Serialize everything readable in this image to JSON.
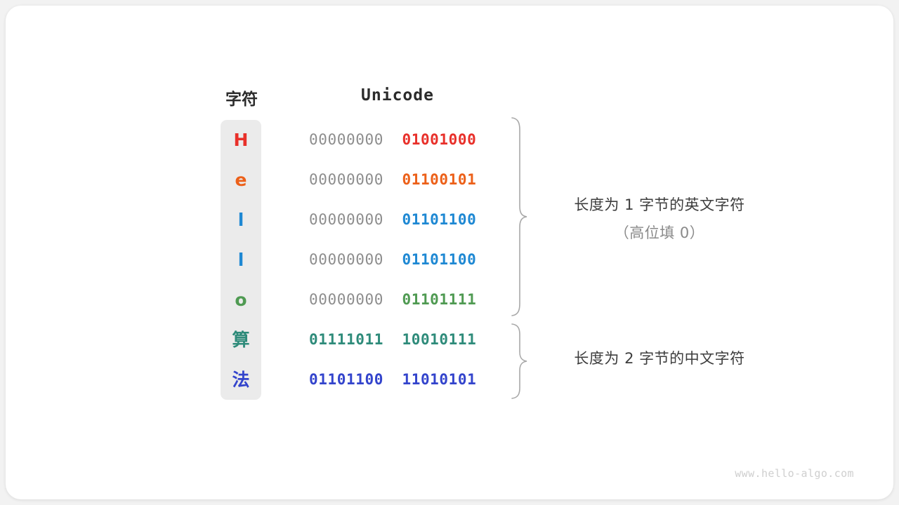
{
  "headers": {
    "char": "字符",
    "unicode": "Unicode"
  },
  "rows": [
    {
      "char": "H",
      "high_byte": "00000000",
      "low_byte": "01001000",
      "color": "#e8302a",
      "high_filled": false
    },
    {
      "char": "e",
      "high_byte": "00000000",
      "low_byte": "01100101",
      "color": "#ec6019",
      "high_filled": false
    },
    {
      "char": "l",
      "high_byte": "00000000",
      "low_byte": "01101100",
      "color": "#1e88d3",
      "high_filled": false
    },
    {
      "char": "l",
      "high_byte": "00000000",
      "low_byte": "01101100",
      "color": "#1e88d3",
      "high_filled": false
    },
    {
      "char": "o",
      "high_byte": "00000000",
      "low_byte": "01101111",
      "color": "#4f9a52",
      "high_filled": false
    },
    {
      "char": "算",
      "high_byte": "01111011",
      "low_byte": "10010111",
      "color": "#2e8b7a",
      "high_filled": true
    },
    {
      "char": "法",
      "high_byte": "01101100",
      "low_byte": "11010101",
      "color": "#3344cc",
      "high_filled": true
    }
  ],
  "annotations": [
    {
      "line1": "长度为 1 字节的英文字符",
      "line2": "（高位填 0）"
    },
    {
      "line1": "长度为 2 字节的中文字符",
      "line2": ""
    }
  ],
  "watermark": "www.hello-algo.com",
  "colors": {
    "background": "#f2f2f2",
    "card": "#ffffff",
    "pill": "#ebebeb",
    "high_byte": "#8d8d8d",
    "brace": "#a8a8a8"
  }
}
